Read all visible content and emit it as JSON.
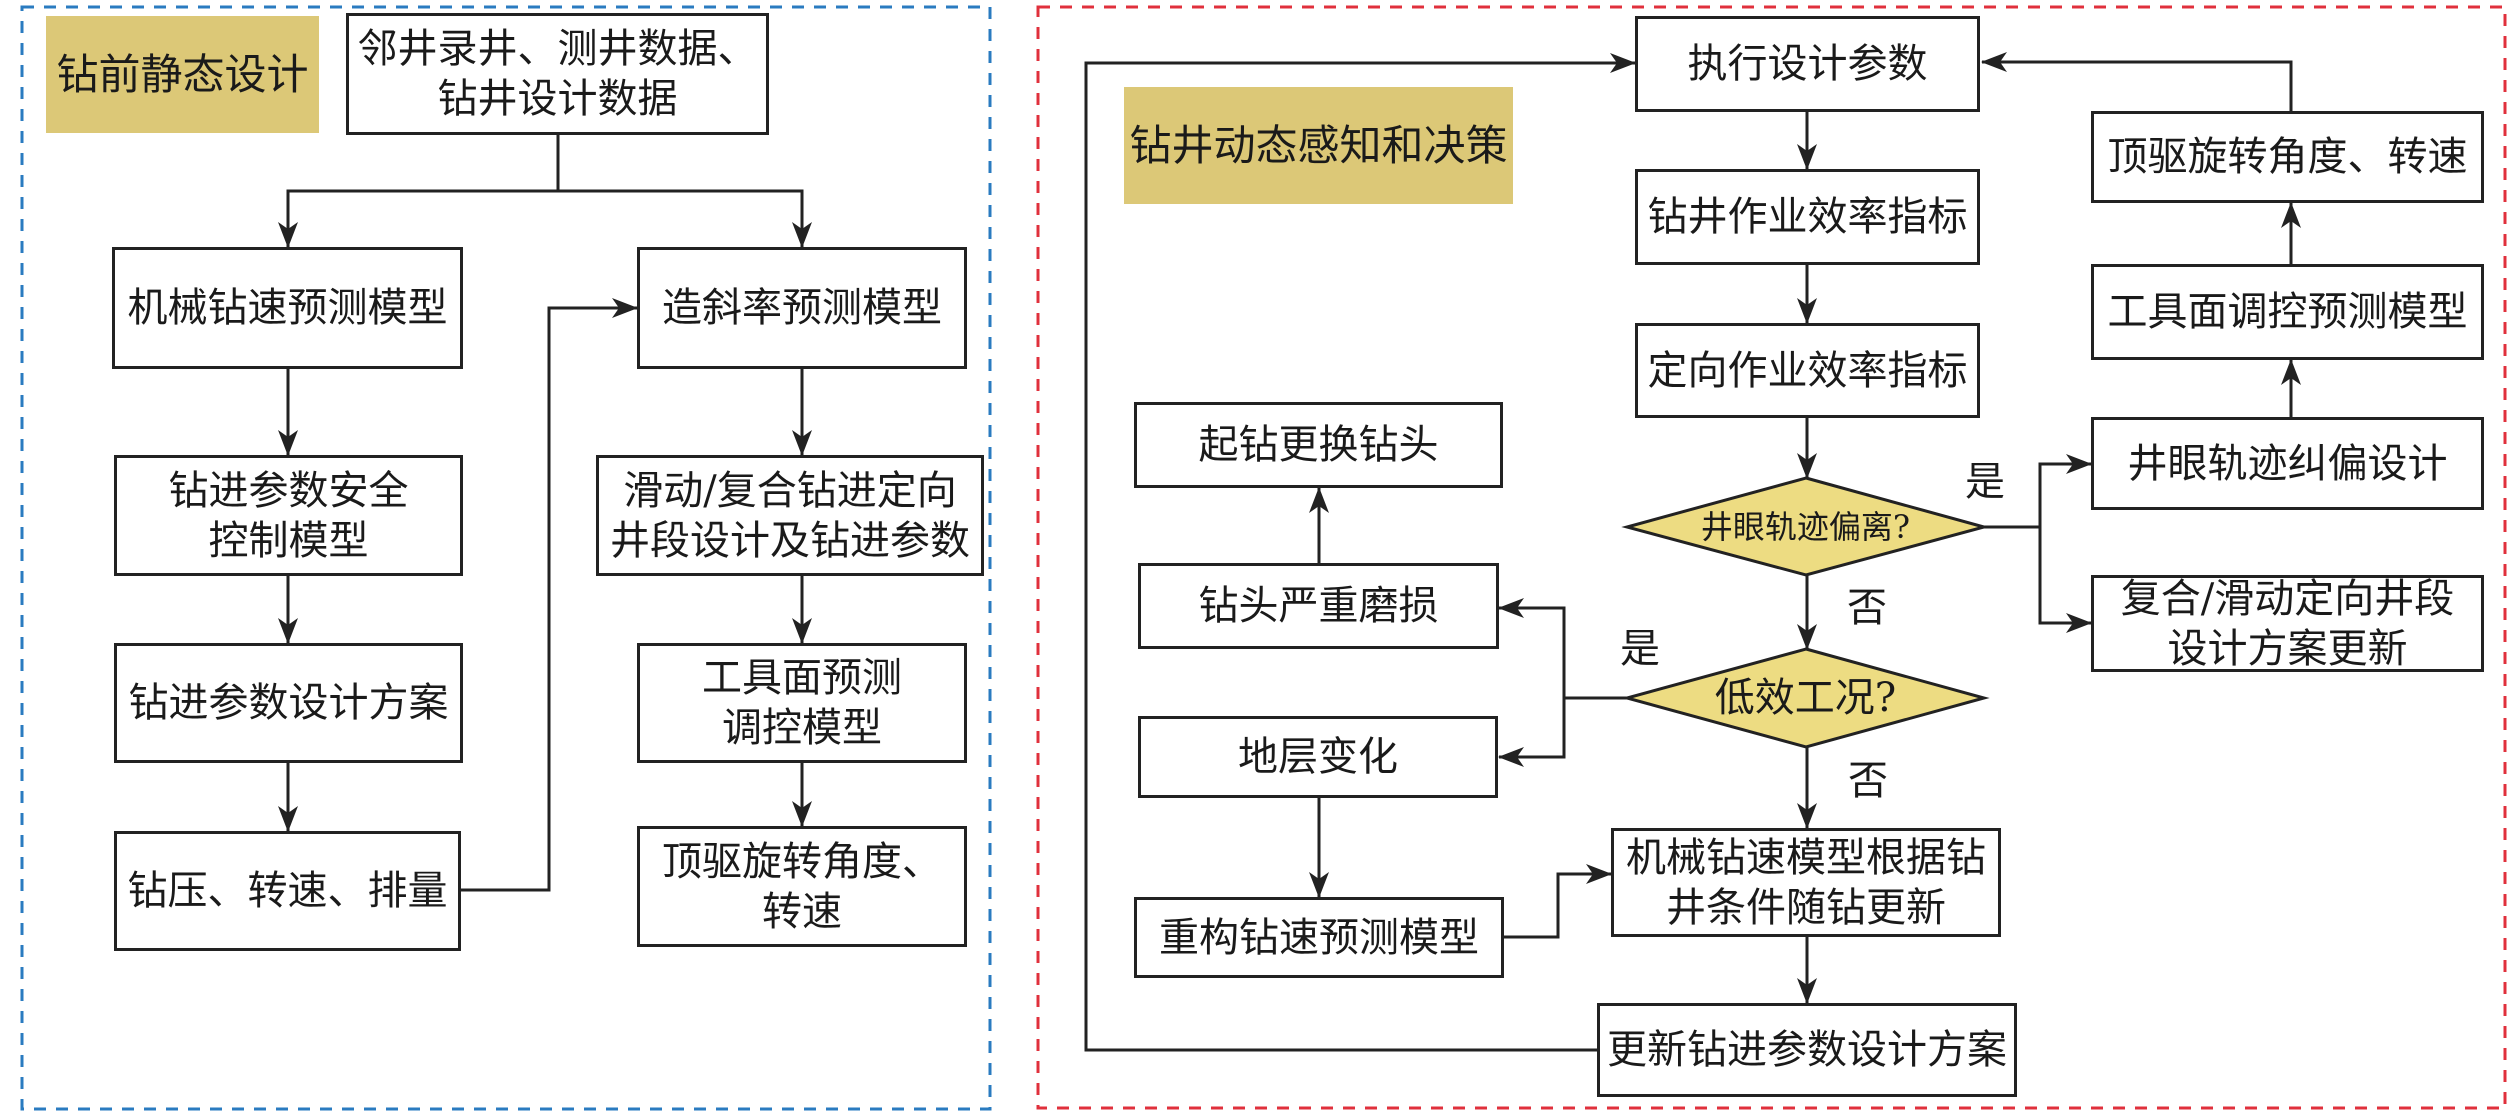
{
  "colors": {
    "left_panel_border": "#2a7bc0",
    "right_panel_border": "#e0303c",
    "title_tag": "#dcc877",
    "decision_fill": "#eddc82",
    "connector": "#222222"
  },
  "left_panel": {
    "title": "钻前静态设计",
    "nodes": {
      "offset_well_data": {
        "lines": [
          "邻井录井、测井数据、",
          "钻井设计数据"
        ]
      },
      "rop_prediction_model": {
        "lines": [
          "机械钻速预测模型"
        ]
      },
      "build_rate_prediction_model": {
        "lines": [
          "造斜率预测模型"
        ]
      },
      "parameter_safety_control_model": {
        "lines": [
          "钻进参数安全",
          "控制模型"
        ]
      },
      "parameter_design_plan": {
        "lines": [
          "钻进参数设计方案"
        ]
      },
      "wob_rpm_flow": {
        "lines": [
          "钻压、转速、排量"
        ]
      },
      "sliding_rotary_section_design": {
        "lines": [
          "滑动/复合钻进定向",
          "井段设计及钻进参数"
        ]
      },
      "toolface_prediction_control_model": {
        "lines": [
          "工具面预测",
          "调控模型"
        ]
      },
      "top_drive_angle_speed": {
        "lines": [
          "顶驱旋转角度、",
          "转速"
        ]
      }
    }
  },
  "right_panel": {
    "title": "钻井动态感知和决策",
    "nodes": {
      "execute_design_parameters": {
        "lines": [
          "执行设计参数"
        ]
      },
      "drilling_efficiency_index": {
        "lines": [
          "钻井作业效率指标"
        ]
      },
      "directional_efficiency_index": {
        "lines": [
          "定向作业效率指标"
        ]
      },
      "top_drive_angle_speed": {
        "lines": [
          "顶驱旋转角度、转速"
        ]
      },
      "toolface_control_prediction_model": {
        "lines": [
          "工具面调控预测模型"
        ]
      },
      "trajectory_correction_design": {
        "lines": [
          "井眼轨迹纠偏设计"
        ]
      },
      "section_design_update": {
        "lines": [
          "复合/滑动定向井段",
          "设计方案更新"
        ]
      },
      "trip_replace_bit": {
        "lines": [
          "起钻更换钻头"
        ]
      },
      "severe_bit_wear": {
        "lines": [
          "钻头严重磨损"
        ]
      },
      "formation_change": {
        "lines": [
          "地层变化"
        ]
      },
      "rebuild_rop_model": {
        "lines": [
          "重构钻速预测模型"
        ]
      },
      "rop_model_realtime_update": {
        "lines": [
          "机械钻速模型根据钻",
          "井条件随钻更新"
        ]
      },
      "update_parameter_design_plan": {
        "lines": [
          "更新钻进参数设计方案"
        ]
      }
    },
    "decisions": {
      "trajectory_deviation": "井眼轨迹偏离?",
      "low_efficiency_condition": "低效工况?"
    },
    "edge_labels": {
      "trajectory_yes": "是",
      "trajectory_no": "否",
      "low_efficiency_yes": "是",
      "low_efficiency_no": "否"
    }
  }
}
